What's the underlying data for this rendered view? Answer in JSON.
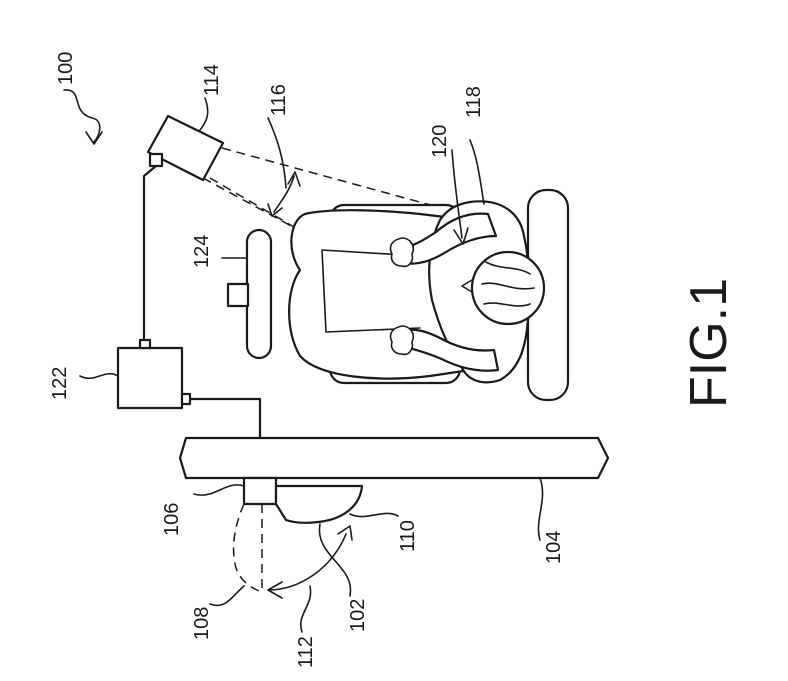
{
  "figure": {
    "caption": "FIG.1"
  },
  "labels": {
    "system": "100",
    "mirror_assembly": "102",
    "steering_column_body": "104",
    "mount": "106",
    "alt_position": "108",
    "mirror_housing": "110",
    "rotation_arrow": "112",
    "camera": "114",
    "field_of_view": "116",
    "occupant": "118",
    "occupant_head": "120",
    "controller": "122",
    "steering_wheel": "124"
  }
}
